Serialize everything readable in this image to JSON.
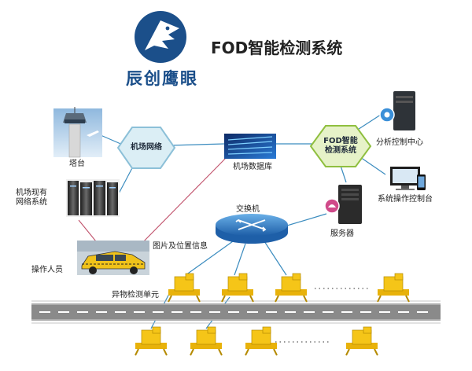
{
  "header": {
    "brand_name": "辰创鹰眼",
    "title": "FOD智能检测系统"
  },
  "nodes": {
    "tower": "塔台",
    "airport_network": "机场网络",
    "airport_database": "机场数据库",
    "existing_network": "机场现有\n网络系统",
    "fod_system": "FOD智能\n检测系统",
    "analysis_center": "分析控制中心",
    "operation_console": "系统操作控制台",
    "switch": "交换机",
    "server": "服务器",
    "image_position": "图片及位置信息",
    "operator": "操作人员",
    "detection_unit": "异物检测单元"
  },
  "colors": {
    "brand_blue": "#1b4f8a",
    "hex_blue_fill": "#dbeef5",
    "hex_blue_stroke": "#8cc0d8",
    "hex_green_fill": "#e6f2c8",
    "hex_green_stroke": "#8fbf3f",
    "line_blue": "#3b8cbf",
    "line_red": "#c0506a",
    "runway_gray": "#8a8a8a"
  }
}
